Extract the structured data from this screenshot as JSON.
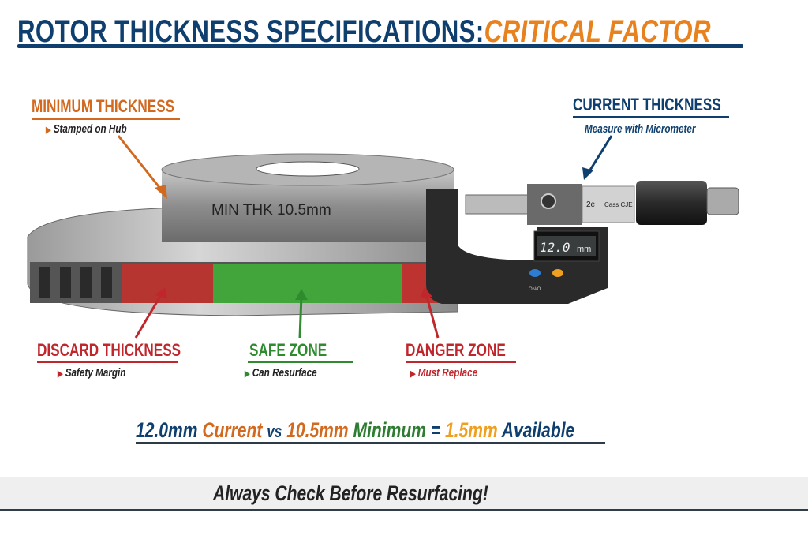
{
  "title": {
    "main": "ROTOR THICKNESS SPECIFICATIONS:",
    "accent": "CRITICAL FACTOR"
  },
  "labels": {
    "minimum": {
      "title": "MINIMUM THICKNESS",
      "sub": "Stamped on Hub",
      "color": "#d2691e"
    },
    "current": {
      "title": "CURRENT THICKNESS",
      "sub": "Measure with Micrometer",
      "color": "#0f3f6e"
    },
    "discard": {
      "title": "DISCARD THICKNESS",
      "sub": "Safety Margin",
      "color": "#c0272d"
    },
    "safe": {
      "title": "SAFE ZONE",
      "sub": "Can Resurface",
      "color": "#2e8b2e"
    },
    "danger": {
      "title": "DANGER ZONE",
      "sub": "Must Replace",
      "color": "#c0272d"
    }
  },
  "rotor": {
    "stamp": "MIN THK 10.5mm"
  },
  "micrometer": {
    "reading": "12.0",
    "unit": "mm",
    "thimble_mark": "2e",
    "brand_mark": "Cass CJE",
    "button_label": "ON/O"
  },
  "equation": {
    "current_value": "12.0mm",
    "current_word": "Current",
    "vs": "vs",
    "minimum_value": "10.5mm",
    "minimum_word": "Minimum",
    "equals": "=",
    "available_value": "1.5mm",
    "available_word": "Available"
  },
  "footer": {
    "text": "Always Check Before Resurfacing!"
  },
  "icons": {
    "bullet": "triangle-right-icon"
  }
}
